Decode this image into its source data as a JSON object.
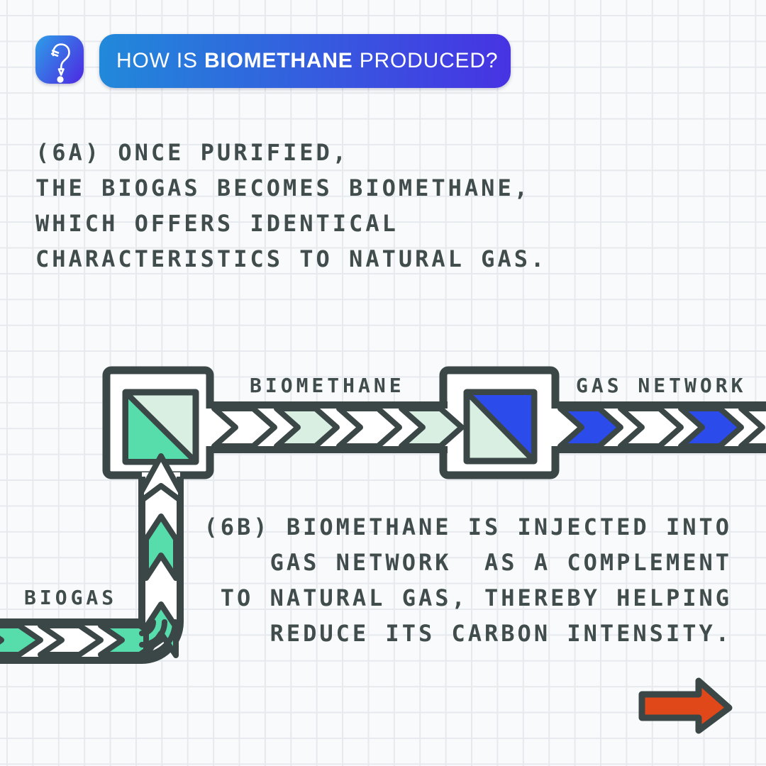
{
  "header": {
    "icon": "question-mark-pencil-icon",
    "title_prefix": "HOW IS ",
    "title_bold": "BIOMETHANE",
    "title_suffix": " PRODUCED?"
  },
  "step_6a": {
    "lines": [
      "(6A) ONCE PURIFIED,",
      "THE BIOGAS BECOMES BIOMETHANE,",
      "WHICH OFFERS IDENTICAL",
      "CHARACTERISTICS TO NATURAL GAS."
    ]
  },
  "step_6b": {
    "lines": [
      "(6B) BIOMETHANE IS INJECTED INTO",
      "GAS NETWORK  AS A COMPLEMENT",
      "TO NATURAL GAS, THEREBY HELPING",
      "REDUCE ITS CARBON INTENSITY."
    ]
  },
  "diagram": {
    "labels": {
      "biogas": "BIOGAS",
      "biomethane": "BIOMETHANE",
      "gas_network": "GAS NETWORK"
    },
    "nodes": [
      "purification-unit",
      "injection-unit"
    ],
    "flows": [
      "biogas-pipe-up-into-purification-unit",
      "biomethane-pipe-right-into-injection-unit",
      "gas-network-pipe-right-off-canvas"
    ],
    "next_hint": "right-arrow"
  },
  "colors": {
    "ink": "#3b4747",
    "text_ink": "#414c4c",
    "mint": "#57dcab",
    "mint_pale": "#d8efe2",
    "blue": "#2b4bea",
    "orange": "#e0481a",
    "banner_start": "#2189da",
    "banner_end": "#4733e3",
    "icon_start": "#2c9fe8",
    "icon_end": "#4b33e3",
    "paper": "#f9fafb",
    "grid": "#e6e9ee"
  }
}
